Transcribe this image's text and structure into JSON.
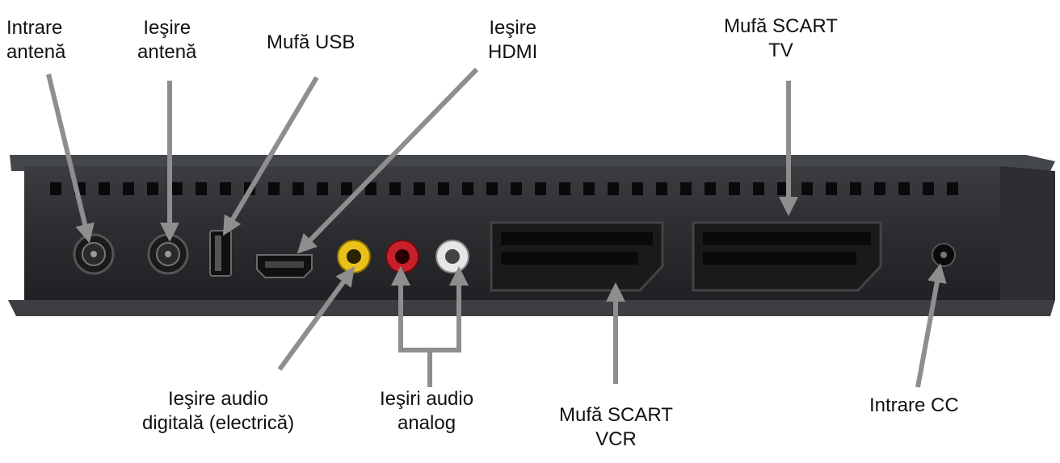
{
  "labels": {
    "antenna_in": {
      "line1": "Intrare",
      "line2": "antenă"
    },
    "antenna_out": {
      "line1": "Ieşire",
      "line2": "antenă"
    },
    "usb": {
      "line1": "Mufă USB"
    },
    "hdmi": {
      "line1": "Ieşire",
      "line2": "HDMI"
    },
    "scart_tv": {
      "line1": "Mufă SCART",
      "line2": "TV"
    },
    "digital_audio": {
      "line1": "Ieşire audio",
      "line2": "digitală (electrică)"
    },
    "analog_audio": {
      "line1": "Ieşiri audio",
      "line2": "analog"
    },
    "scart_vcr": {
      "line1": "Mufă SCART",
      "line2": "VCR"
    },
    "dc_in": {
      "line1": "Intrare CC"
    }
  },
  "colors": {
    "device_body": "#2b2d30",
    "device_top": "#3a3c40",
    "arrow": "#8e8e8e",
    "rca_yellow": "#e8c21a",
    "rca_red": "#c8202a",
    "rca_white": "#e6e6e6"
  }
}
